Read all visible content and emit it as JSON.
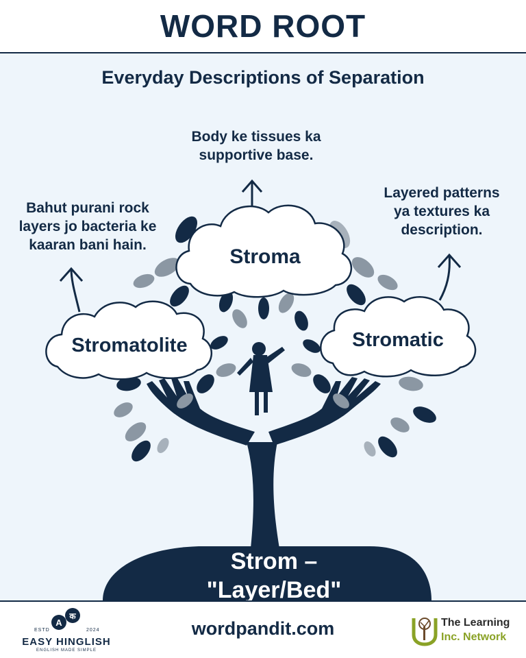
{
  "header": {
    "title": "WORD ROOT"
  },
  "subtitle": "Everyday Descriptions of Separation",
  "descriptions": {
    "left": [
      "Bahut purani rock",
      "layers jo bacteria ke",
      "kaaran bani hain."
    ],
    "center": [
      "Body ke tissues ka",
      "supportive base."
    ],
    "right": [
      "Layered patterns",
      "ya textures ka",
      "description."
    ]
  },
  "clouds": {
    "left": "Stromatolite",
    "center": "Stroma",
    "right": "Stromatic"
  },
  "root": {
    "line1": "Strom –",
    "line2": "\"Layer/Bed\""
  },
  "footer": {
    "website": "wordpandit.com",
    "left_brand": {
      "estd": "ESTD",
      "year": "2024",
      "name": "EASY HINGLISH",
      "tagline": "ENGLISH MADE SIMPLE"
    },
    "right_brand": {
      "line1": "The Learning",
      "line2": "Inc. Network"
    }
  },
  "colors": {
    "navy": "#132a45",
    "background": "#eef5fb",
    "leaf_gray": "#8b97a3",
    "brand_green": "#8aa226"
  },
  "icons": [
    "arrow-up-icon",
    "tree-icon",
    "hand-icon",
    "child-icon",
    "leaf-icon",
    "cloud-icon",
    "speech-bubble-icon",
    "tree-logo-icon"
  ]
}
